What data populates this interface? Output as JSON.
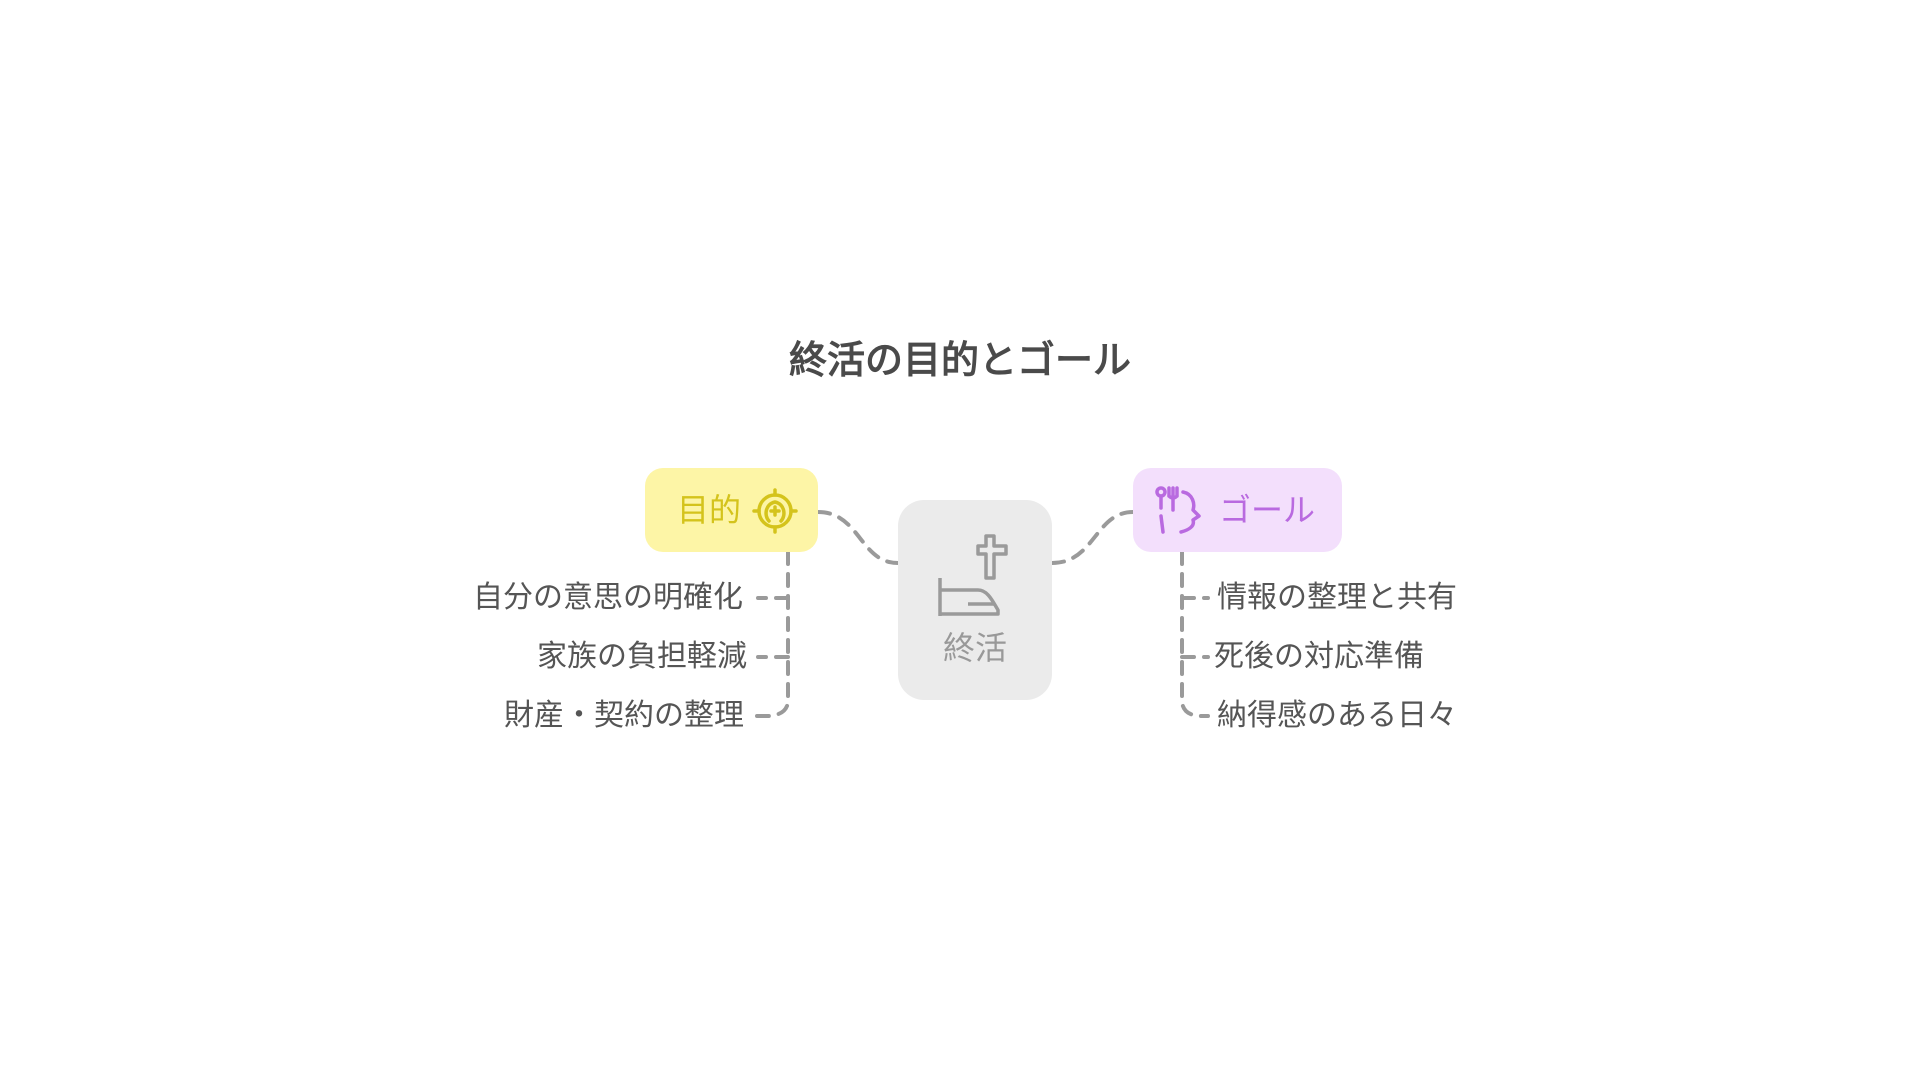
{
  "title": "終活の目的とゴール",
  "center": {
    "label": "終活",
    "icon": "grave-cross-icon",
    "fill": "#ebebeb",
    "text_color": "#999999"
  },
  "purpose": {
    "label": "目的",
    "icon": "target-icon",
    "fill": "#fdf5a6",
    "accent": "#d4c31c",
    "items": [
      "自分の意思の明確化",
      "家族の負担軽減",
      "財産・契約の整理"
    ]
  },
  "goal": {
    "label": "ゴール",
    "icon": "head-fork-spoon-icon",
    "fill": "#f3dffc",
    "accent": "#b96ae0",
    "items": [
      "情報の整理と共有",
      "死後の対応準備",
      "納得感のある日々"
    ]
  },
  "connector_color": "#9a9a9a"
}
